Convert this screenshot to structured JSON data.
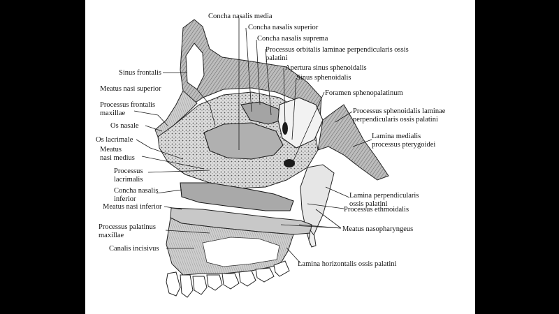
{
  "labels": {
    "concha_nasalis_media": "Concha nasalis media",
    "concha_nasalis_superior": "Concha nasalis superior",
    "concha_nasalis_suprema": "Concha nasalis suprema",
    "processus_orbitalis_1": "Processus orbitalis laminae perpendicularis ossis",
    "processus_orbitalis_2": "palatini",
    "apertura_sinus": "Apertura sinus  sphenoidalis",
    "sinus_sphenoidalis": "Sinus sphenoidalis",
    "sinus_frontalis": "Sinus frontalis",
    "meatus_nasi_superior": "Meatus nasi superior",
    "foramen_sphenopalatinum": "Foramen  sphenopalatinum",
    "processus_frontalis_1": "Processus frontalis",
    "processus_frontalis_2": "maxillae",
    "processus_sphenoidalis_1": "Processus sphenoidalis laminae",
    "processus_sphenoidalis_2": "perpendicularis ossis palatini",
    "os_nasale": "Os nasale",
    "os_lacrimale": "Os  lacrimale",
    "lamina_medialis_1": "Lamina medialis",
    "lamina_medialis_2": "processus pterygoidei",
    "meatus_nasi_medius_1": "Meatus",
    "meatus_nasi_medius_2": "nasi medius",
    "processus_lacrimalis_1": "Processus",
    "processus_lacrimalis_2": "lacrimalis",
    "concha_inferior_1": "Concha nasalis",
    "concha_inferior_2": "inferior",
    "lamina_perpendicularis_1": "Lamina perpendicularis",
    "lamina_perpendicularis_2": "ossis palatini",
    "meatus_nasi_inferior": "Meatus nasi inferior",
    "processus_ethmoidalis": "Processus ethmoidalis",
    "processus_palatinus_1": "Processus palatinus",
    "processus_palatinus_2": "maxillae",
    "meatus_nasopharyngeus": "Meatus nasopharyngeus",
    "canalis_incisivus": "Canalis incisivus",
    "lamina_horizontalis": "Lamina horizontalis ossis palatini"
  },
  "colors": {
    "background": "#000000",
    "panel": "#ffffff",
    "ink": "#111111",
    "bone_dark": "#5a5a5a",
    "bone_mid": "#9a9a9a",
    "bone_light": "#d8d8d8"
  }
}
